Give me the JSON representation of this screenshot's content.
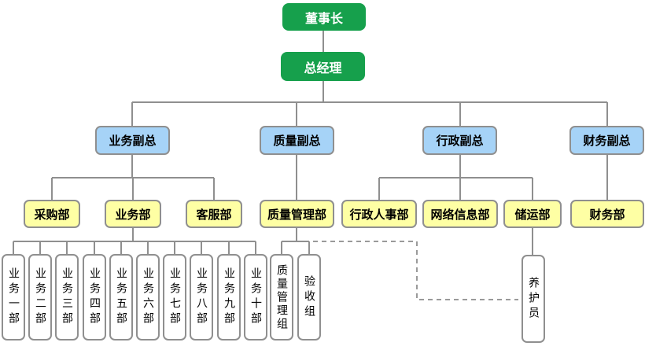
{
  "diagram": {
    "type": "org-chart",
    "colors": {
      "executive_fill": "#16a04c",
      "executive_text": "#ffffff",
      "vp_fill": "#a6d3f7",
      "dept_fill": "#feffa4",
      "team_fill": "#ffffff",
      "border_and_line": "#8f8f8f",
      "text": "#000000"
    },
    "nodes": {
      "chairman": {
        "label": "董事长"
      },
      "general_manager": {
        "label": "总经理"
      },
      "vp_business": {
        "label": "业务副总"
      },
      "vp_quality": {
        "label": "质量副总"
      },
      "vp_admin": {
        "label": "行政副总"
      },
      "vp_finance": {
        "label": "财务副总"
      },
      "dept_procurement": {
        "label": "采购部"
      },
      "dept_business": {
        "label": "业务部"
      },
      "dept_customer_service": {
        "label": "客服部"
      },
      "dept_quality_mgmt": {
        "label": "质量管理部"
      },
      "dept_admin_hr": {
        "label": "行政人事部"
      },
      "dept_network_info": {
        "label": "网络信息部"
      },
      "dept_storage_transport": {
        "label": "储运部"
      },
      "dept_finance": {
        "label": "财务部"
      },
      "team_business_1": {
        "label": "业务一部"
      },
      "team_business_2": {
        "label": "业务二部"
      },
      "team_business_3": {
        "label": "业务三部"
      },
      "team_business_4": {
        "label": "业务四部"
      },
      "team_business_5": {
        "label": "业务五部"
      },
      "team_business_6": {
        "label": "业务六部"
      },
      "team_business_7": {
        "label": "业务七部"
      },
      "team_business_8": {
        "label": "业务八部"
      },
      "team_business_9": {
        "label": "业务九部"
      },
      "team_business_10": {
        "label": "业务十部"
      },
      "team_quality_mgmt": {
        "label": "质量管理组"
      },
      "team_acceptance": {
        "label": "验收组"
      },
      "staff_maintenance": {
        "label": "养护员"
      }
    },
    "edges": [
      {
        "from": "chairman",
        "to": "general_manager",
        "style": "solid"
      },
      {
        "from": "general_manager",
        "to": "vp_business",
        "style": "solid"
      },
      {
        "from": "general_manager",
        "to": "vp_quality",
        "style": "solid"
      },
      {
        "from": "general_manager",
        "to": "vp_admin",
        "style": "solid"
      },
      {
        "from": "general_manager",
        "to": "vp_finance",
        "style": "solid"
      },
      {
        "from": "vp_business",
        "to": "dept_procurement",
        "style": "solid"
      },
      {
        "from": "vp_business",
        "to": "dept_business",
        "style": "solid"
      },
      {
        "from": "vp_business",
        "to": "dept_customer_service",
        "style": "solid"
      },
      {
        "from": "vp_quality",
        "to": "dept_quality_mgmt",
        "style": "solid"
      },
      {
        "from": "vp_admin",
        "to": "dept_admin_hr",
        "style": "solid"
      },
      {
        "from": "vp_admin",
        "to": "dept_network_info",
        "style": "solid"
      },
      {
        "from": "vp_admin",
        "to": "dept_storage_transport",
        "style": "solid"
      },
      {
        "from": "vp_finance",
        "to": "dept_finance",
        "style": "solid"
      },
      {
        "from": "dept_business",
        "to": "team_business_1",
        "style": "solid"
      },
      {
        "from": "dept_business",
        "to": "team_business_2",
        "style": "solid"
      },
      {
        "from": "dept_business",
        "to": "team_business_3",
        "style": "solid"
      },
      {
        "from": "dept_business",
        "to": "team_business_4",
        "style": "solid"
      },
      {
        "from": "dept_business",
        "to": "team_business_5",
        "style": "solid"
      },
      {
        "from": "dept_business",
        "to": "team_business_6",
        "style": "solid"
      },
      {
        "from": "dept_business",
        "to": "team_business_7",
        "style": "solid"
      },
      {
        "from": "dept_business",
        "to": "team_business_8",
        "style": "solid"
      },
      {
        "from": "dept_business",
        "to": "team_business_9",
        "style": "solid"
      },
      {
        "from": "dept_business",
        "to": "team_business_10",
        "style": "solid"
      },
      {
        "from": "dept_quality_mgmt",
        "to": "team_quality_mgmt",
        "style": "solid"
      },
      {
        "from": "dept_quality_mgmt",
        "to": "team_acceptance",
        "style": "solid"
      },
      {
        "from": "dept_storage_transport",
        "to": "staff_maintenance",
        "style": "solid"
      },
      {
        "from": "dept_quality_mgmt",
        "to": "staff_maintenance",
        "style": "dashed"
      }
    ]
  }
}
